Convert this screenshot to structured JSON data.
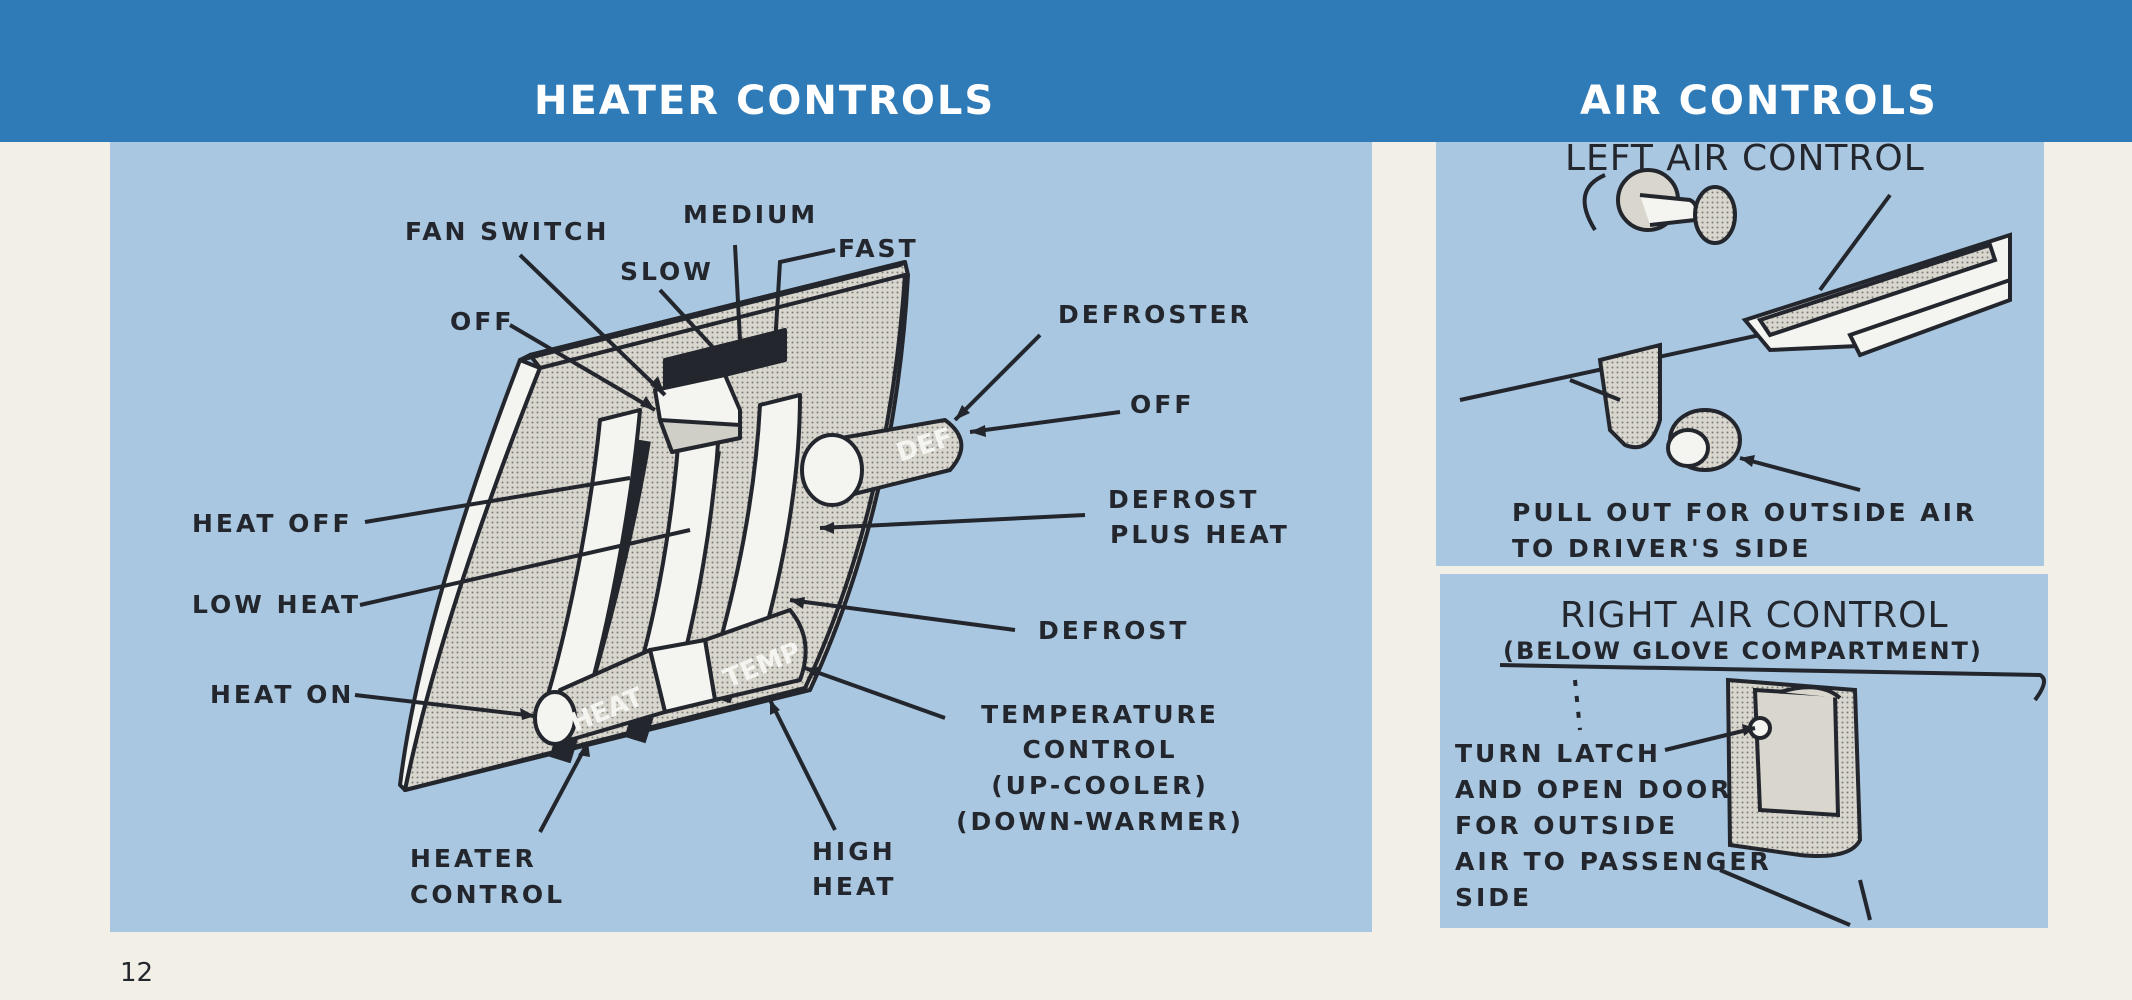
{
  "header": {
    "heater_title": "HEATER CONTROLS",
    "air_title": "AIR CONTROLS"
  },
  "heater": {
    "labels": {
      "fan_switch": "FAN SWITCH",
      "medium": "MEDIUM",
      "fast": "FAST",
      "slow": "SLOW",
      "off_fan": "OFF",
      "defroster": "DEFROSTER",
      "off_def": "OFF",
      "defrost_plus_heat_1": "DEFROST",
      "defrost_plus_heat_2": "PLUS HEAT",
      "heat_off": "HEAT OFF",
      "low_heat": "LOW HEAT",
      "defrost": "DEFROST",
      "heat_on": "HEAT ON",
      "temp_1": "TEMPERATURE",
      "temp_2": "CONTROL",
      "temp_3": "(UP-COOLER)",
      "temp_4": "(DOWN-WARMER)",
      "heater_control_1": "HEATER",
      "heater_control_2": "CONTROL",
      "high_heat_1": "HIGH",
      "high_heat_2": "HEAT"
    },
    "knob_text": {
      "def": "DEF",
      "temp": "TEMP",
      "heat": "HEAT"
    }
  },
  "left_air": {
    "heading": "LEFT AIR CONTROL",
    "caption_1": "PULL OUT FOR OUTSIDE AIR",
    "caption_2": "TO DRIVER'S SIDE"
  },
  "right_air": {
    "heading": "RIGHT AIR CONTROL",
    "subheading": "(BELOW GLOVE COMPARTMENT)",
    "caption_1": "TURN LATCH",
    "caption_2": "AND OPEN DOOR",
    "caption_3": "FOR OUTSIDE",
    "caption_4": "AIR TO PASSENGER",
    "caption_5": "SIDE"
  },
  "page_number": "12",
  "colors": {
    "header_blue": "#2f7bb8",
    "panel_blue": "#a9c7e1",
    "paper": "#f1efe6",
    "ink": "#23272d"
  }
}
